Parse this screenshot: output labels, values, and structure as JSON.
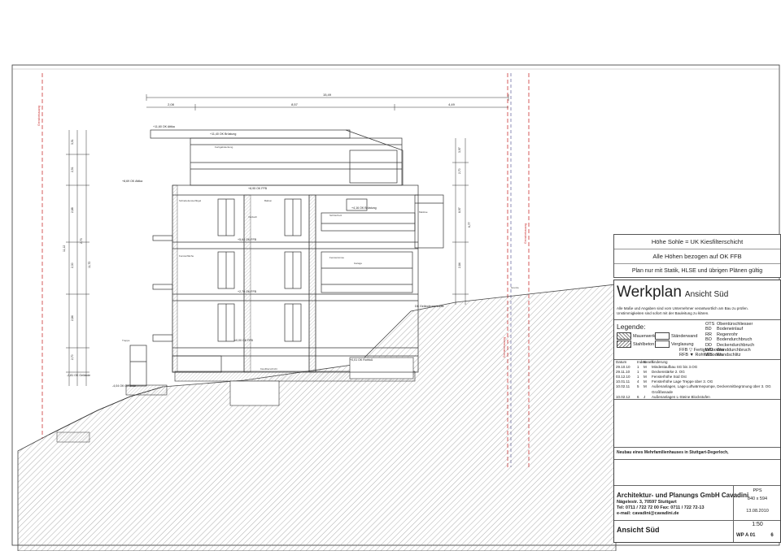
{
  "notes": [
    "Höhe Sohle = UK Kiesfilterschicht",
    "Alle Höhen bezogen auf OK FFB",
    "Plan nur mit Statik, HLSE und übrigen Plänen gültig"
  ],
  "title_block": {
    "plan_type": "Werkplan",
    "view_subtitle": "Ansicht Süd",
    "intro_text": "Alle Maße und Angaben sind vom Unternehmer verantwortlich am Bau zu prüfen. Unstimmigkeiten sind sofort mit der Bauleitung zu klären.",
    "legend_title": "Legende:",
    "legend_materials": [
      "Mauerwerk",
      "Stahlbeton",
      "Ständerwand",
      "Verglasung"
    ],
    "legend_ffb": [
      "Fertigfußboden",
      "Rohfußboden"
    ],
    "abbreviations": [
      {
        "code": "OTS",
        "label": "Obentürschliesser"
      },
      {
        "code": "BD",
        "label": "Bodeneinlauf"
      },
      {
        "code": "RR",
        "label": "Regenrohr"
      },
      {
        "code": "BO",
        "label": "Bodendurchbruch"
      },
      {
        "code": "DD",
        "label": "Deckendurchbruch"
      },
      {
        "code": "WD",
        "label": "Wanddurchbruch"
      },
      {
        "code": "WS",
        "label": "Wandschlitz"
      }
    ],
    "ffb_codes": [
      "FFB",
      "RFB"
    ],
    "revision_header": [
      "Datum",
      "Index",
      "Bearb.",
      "Änderung"
    ],
    "revisions": [
      [
        "29.10.10",
        "1",
        "M",
        "Mindestaufbau SG bis 3.OG"
      ],
      [
        "29.11.10",
        "1",
        "M",
        "Deckenstärke 2. OG"
      ],
      [
        "03.12.10",
        "1",
        "M",
        "Fensterhöhe Süd Ost"
      ],
      [
        "10.01.11",
        "4",
        "M",
        "Fensterhöhe Lage Treppe über 3. OG"
      ],
      [
        "10.02.11",
        "5",
        "M",
        "Außenanlagen, Lage Luftwärmepumpe, Deckenmitbegrünung über 3. OG"
      ],
      [
        "",
        "",
        "",
        "Großfassade"
      ],
      [
        "10.02.12",
        "6",
        "J",
        "Außenanlagen L-Steine Blockstufen"
      ]
    ],
    "project": "Neubau eines Mehrfamilienhauses in Stuttgart-Degerloch,",
    "firm": "Architektur- und Planungs GmbH Cavadini",
    "address": "Nägelestr. 3, 70597 Stuttgart",
    "phone": "Tel: 0711 / 722 72 00    Fax: 0711 / 722 72-13",
    "email": "e-mail: cavadini@cavadini.de",
    "view_name": "Ansicht Süd",
    "format": "840 x 594",
    "cad_label": "PPS",
    "date": "13.08.2010",
    "scale": "1:50",
    "plan_number": "WP A 01",
    "index": "6"
  },
  "drawing": {
    "overall_dim": "15,49",
    "dim_parts": [
      "2,08",
      "8,57",
      "4,49"
    ],
    "levels": [
      "+11,60 OK Attika",
      "+11,40 OK Brüstung",
      "+8,69 OK Attika",
      "+8,95 OK FFB",
      "+5,64 OK FFB",
      "+2,70 OK FFB",
      "+4,16 OK Brüstung",
      "±0,00 OK FFB",
      "-2,81 OK Gelände",
      "-4,04 OK Gelände",
      "+0,01 OK Rohfuß",
      "DK Geländeoberkante"
    ],
    "labels": [
      "Fertigabdeckung",
      "Schiebefensterflügel",
      "Fensterfläche",
      "Vordach",
      "Fenstersimse",
      "Balkon",
      "Sichtschutz",
      "Kiesfilterschicht",
      "Grenze",
      "Markise",
      "Garage",
      "Treppe"
    ],
    "right_dims": [
      "3,97",
      "2,70",
      "8,97",
      "2,84",
      "6,77"
    ],
    "left_dims": [
      "3,51",
      "2,51",
      "2,88",
      "2,30",
      "2,84",
      "2,70",
      "2,73",
      "11,12",
      "11,72"
    ]
  }
}
